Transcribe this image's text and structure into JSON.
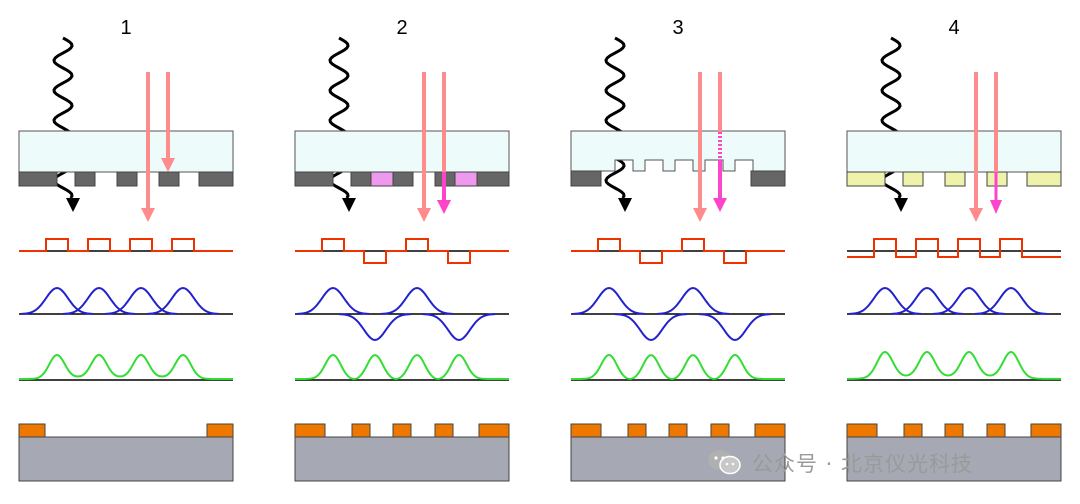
{
  "panels": [
    {
      "number": "1",
      "mask": "binary",
      "mask_open": [
        0,
        1,
        1,
        1,
        1,
        0
      ],
      "openings": [
        {
          "sign": 1,
          "phase": false
        },
        {
          "sign": 1,
          "phase": false
        },
        {
          "sign": 1,
          "phase": false
        },
        {
          "sign": 1,
          "phase": false
        }
      ]
    },
    {
      "number": "2",
      "mask": "alternating-phase-shift",
      "openings": [
        {
          "sign": 1,
          "phase": false
        },
        {
          "sign": -1,
          "phase": true
        },
        {
          "sign": 1,
          "phase": false
        },
        {
          "sign": -1,
          "phase": true
        }
      ]
    },
    {
      "number": "3",
      "mask": "etched-quartz",
      "openings": [
        {
          "sign": 1,
          "phase": false
        },
        {
          "sign": -1,
          "phase": true
        },
        {
          "sign": 1,
          "phase": false
        },
        {
          "sign": -1,
          "phase": true
        }
      ]
    },
    {
      "number": "4",
      "mask": "attenuated-phase-shift",
      "openings": [
        {
          "sign": 1,
          "phase": false
        },
        {
          "sign": 1,
          "phase": false
        },
        {
          "sign": 1,
          "phase": false
        },
        {
          "sign": 1,
          "phase": false
        }
      ]
    }
  ],
  "colors": {
    "substrate_glass": "#eefbfb",
    "chrome": "#666666",
    "phase_shifter": "#ee99ee",
    "attenuator": "#eef2aa",
    "light_beam": "#ff8c8c",
    "phase_beam": "#ff44cc",
    "amplitude_curve": "#ee3300",
    "field_curve": "#2222cc",
    "intensity_curve": "#33dd33",
    "resist": "#ee7700",
    "wafer": "#a6a9b4"
  },
  "watermark": {
    "text": "公众号 · 北京仪光科技",
    "icon": "wechat-icon"
  }
}
